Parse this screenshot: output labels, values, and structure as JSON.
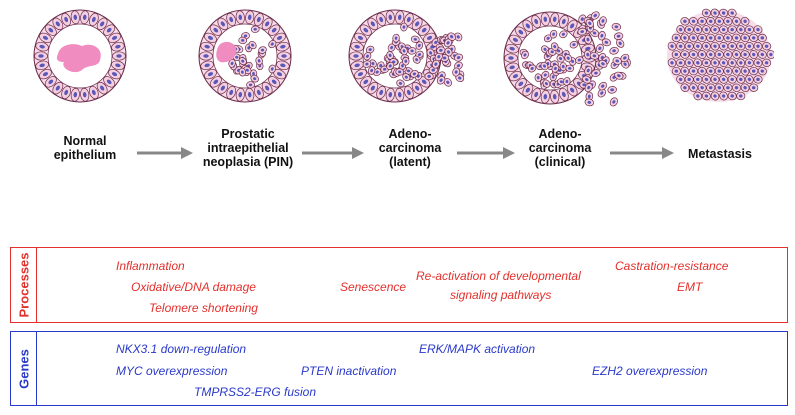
{
  "stages": [
    {
      "label_lines": [
        "Normal",
        "epithelium"
      ]
    },
    {
      "label_lines": [
        "Prostatic",
        "intraepithelial",
        "neoplasia (PIN)"
      ]
    },
    {
      "label_lines": [
        "Adeno-",
        "carcinoma",
        "(latent)"
      ]
    },
    {
      "label_lines": [
        "Adeno-",
        "carcinoma",
        "(clinical)"
      ]
    },
    {
      "label_lines": [
        "Metastasis"
      ]
    }
  ],
  "colors": {
    "cell_fill": "#f4cfe0",
    "cell_stroke": "#6b2b4a",
    "nucleus": "#5a57b8",
    "lumen": "#f08cc0",
    "arrow": "#888888",
    "processes": "#e3302c",
    "genes": "#2a39c9"
  },
  "processes": {
    "title": "Processes",
    "items": [
      "Inflammation",
      "Oxidative/DNA damage",
      "Telomere shortening",
      "Senescence",
      "Re-activation of developmental",
      "signaling pathways",
      "Castration-resistance",
      "EMT"
    ]
  },
  "genes": {
    "title": "Genes",
    "items": [
      "NKX3.1 down-regulation",
      "MYC overexpression",
      "TMPRSS2-ERG fusion",
      "PTEN inactivation",
      "ERK/MAPK activation",
      "EZH2 overexpression"
    ]
  }
}
